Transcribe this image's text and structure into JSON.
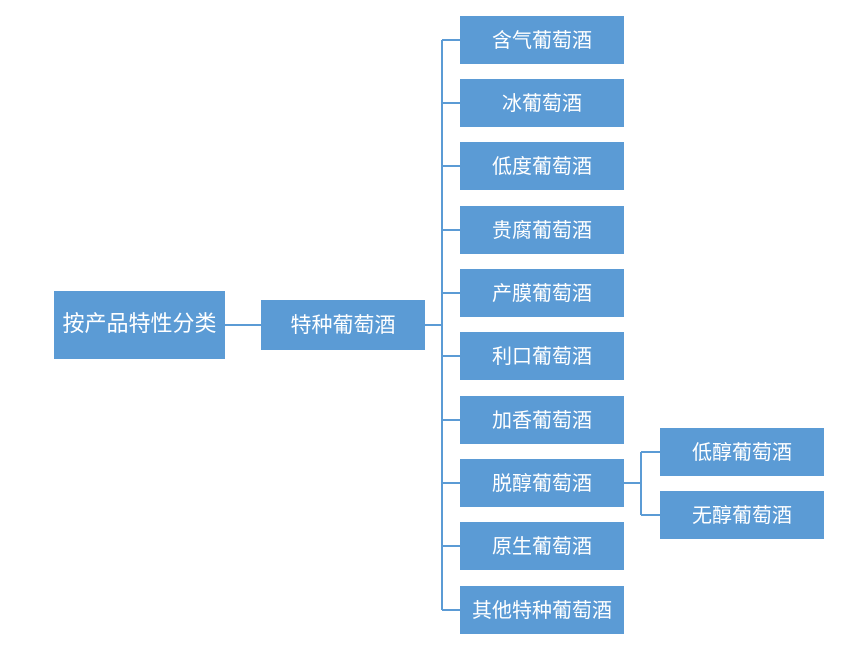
{
  "root": {
    "label": "按产品特性分类"
  },
  "level1": {
    "label": "特种葡萄酒"
  },
  "children": [
    {
      "label": "含气葡萄酒"
    },
    {
      "label": "冰葡萄酒"
    },
    {
      "label": "低度葡萄酒"
    },
    {
      "label": "贵腐葡萄酒"
    },
    {
      "label": "产膜葡萄酒"
    },
    {
      "label": "利口葡萄酒"
    },
    {
      "label": "加香葡萄酒"
    },
    {
      "label": "脱醇葡萄酒",
      "children": [
        {
          "label": "低醇葡萄酒"
        },
        {
          "label": "无醇葡萄酒"
        }
      ]
    },
    {
      "label": "原生葡萄酒"
    },
    {
      "label": "其他特种葡萄酒"
    }
  ],
  "colors": {
    "box": "#5b9bd5",
    "connector": "#5b9bd5",
    "text": "#ffffff"
  }
}
